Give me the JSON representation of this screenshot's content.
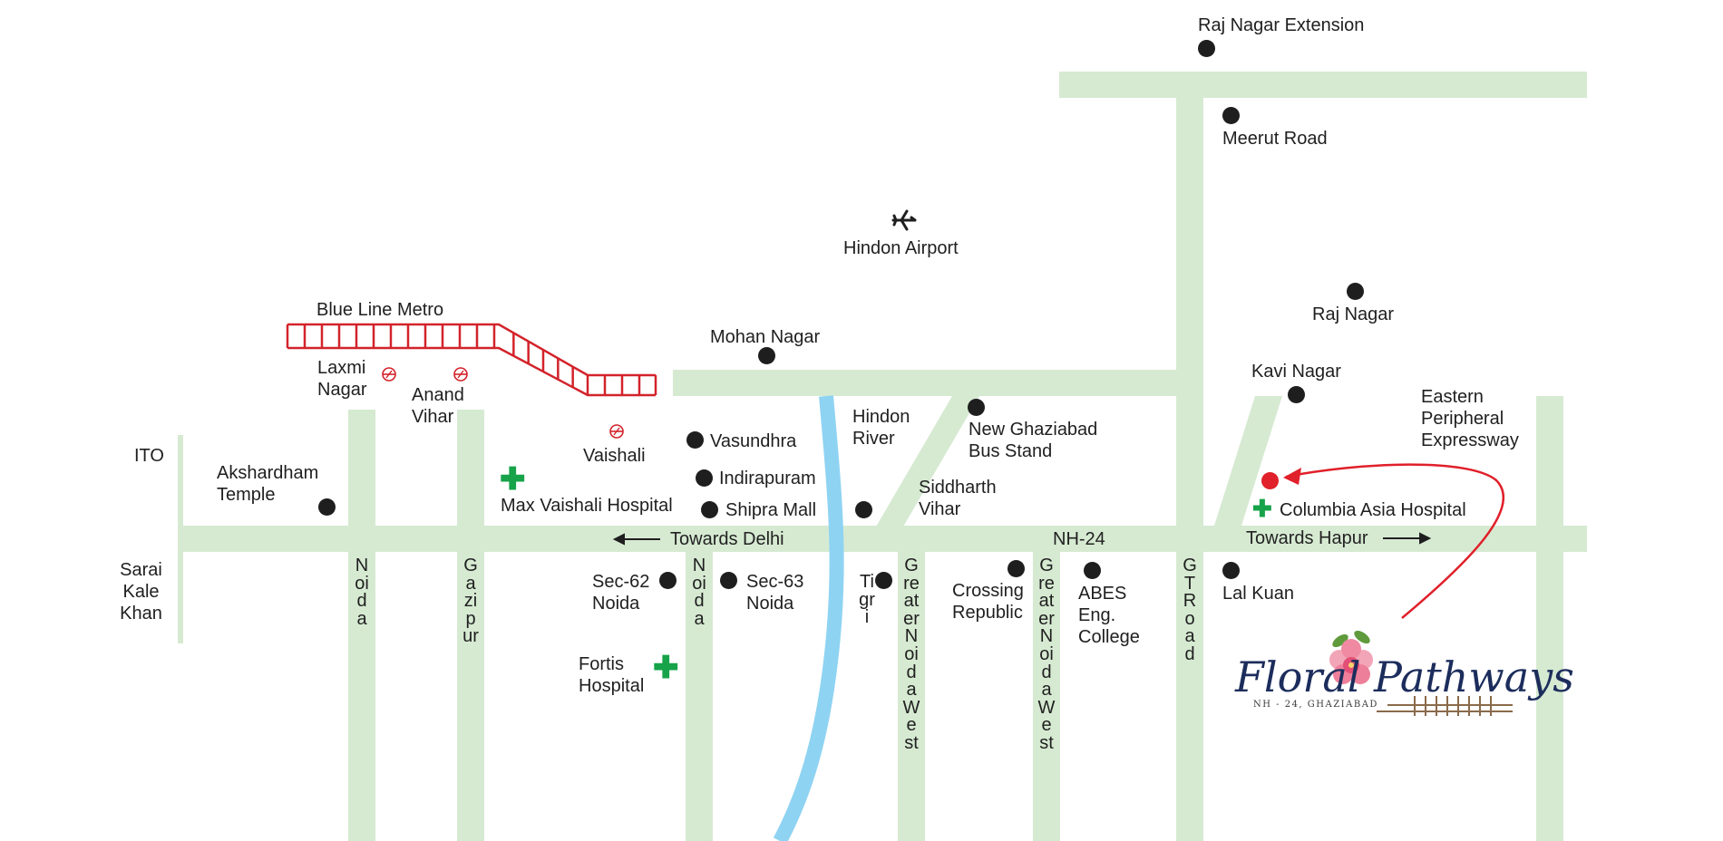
{
  "roads": {
    "nh24": "NH-24",
    "towards_delhi": "Towards Delhi",
    "towards_hapur": "Towards Hapur",
    "noida_left": "Noida",
    "gazipur": "Gazipur",
    "noida_mid": "Noida",
    "tigri": "Tigri",
    "greater_noida_west_1": "Greater Noida West",
    "greater_noida_west_2": "Greater Noida West",
    "gt_road": "GT Road",
    "eastern_peripheral": "Eastern Peripheral Expressway",
    "blue_line_metro": "Blue Line Metro",
    "hindon_river": "Hindon River"
  },
  "places": {
    "raj_nagar_extension": "Raj Nagar Extension",
    "meerut_road": "Meerut Road",
    "hindon_airport": "Hindon Airport",
    "raj_nagar": "Raj Nagar",
    "mohan_nagar": "Mohan Nagar",
    "kavi_nagar": "Kavi Nagar",
    "laxmi_nagar": "Laxmi Nagar",
    "anand_vihar": "Anand Vihar",
    "vaishali": "Vaishali",
    "vasundhra": "Vasundhra",
    "indirapuram": "Indirapuram",
    "shipra_mall": "Shipra Mall",
    "new_ghaziabad_bus_stand": "New Ghaziabad Bus Stand",
    "siddharth_vihar": "Siddharth Vihar",
    "ito": "ITO",
    "akshardham_temple": "Akshardham Temple",
    "max_vaishali_hospital": "Max Vaishali Hospital",
    "sarai_kale_khan": "Sarai Kale Khan",
    "sec62_noida": "Sec-62 Noida",
    "sec63_noida": "Sec-63 Noida",
    "fortis_hospital": "Fortis Hospital",
    "crossing_republic": "Crossing Republic",
    "abes_college": "ABES Eng. College",
    "lal_kuan": "Lal Kuan",
    "columbia_asia_hospital": "Columbia Asia Hospital"
  },
  "logo": {
    "title_left": "Floral",
    "title_right": "Pathways",
    "subtitle": "NH - 24, GHAZIABAD"
  },
  "colors": {
    "road": "#d6ead2",
    "river": "#8fd3f2",
    "metro": "#d3232b",
    "hospital": "#17a34a",
    "pin": "#e0202a",
    "dot": "#1e1e1e",
    "logo_text": "#1c2d5c"
  },
  "icons": {
    "airport": "airplane-icon",
    "metro_station": "metro-station-icon",
    "hospital": "hospital-cross-icon",
    "project_location": "location-pin-icon"
  }
}
